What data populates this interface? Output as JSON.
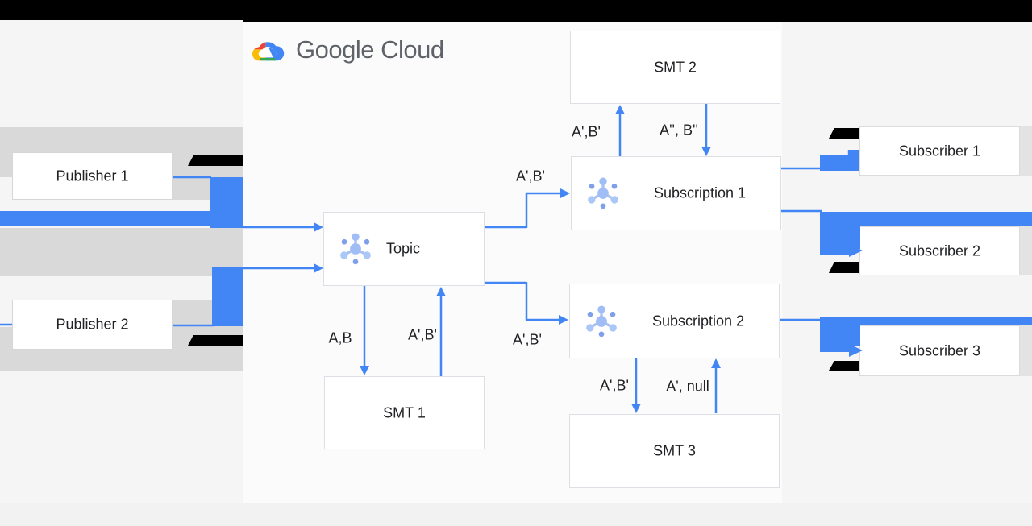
{
  "brand": {
    "logo_text": "Google Cloud",
    "logo_icon": "google-cloud-logo-icon"
  },
  "boxes": {
    "publisher1": "Publisher 1",
    "publisher2": "Publisher 2",
    "topic": "Topic",
    "smt1": "SMT 1",
    "smt2": "SMT 2",
    "smt3": "SMT 3",
    "subscription1": "Subscription 1",
    "subscription2": "Subscription 2",
    "subscriber1": "Subscriber 1",
    "subscriber2": "Subscriber 2",
    "subscriber3": "Subscriber 3"
  },
  "edge_labels": {
    "topic_to_smt1": "A,B",
    "smt1_to_topic": "A',B'",
    "topic_to_subscription1": "A',B'",
    "topic_to_subscription2": "A',B'",
    "subscription1_to_smt2": "A',B'",
    "smt2_to_subscription1": "A'', B''",
    "subscription2_to_smt3": "A',B'",
    "smt3_to_subscription2": "A', null"
  },
  "icons": {
    "topic": "pubsub-topic-icon",
    "subscription1": "pubsub-subscription-icon",
    "subscription2": "pubsub-subscription-icon"
  },
  "colors": {
    "accent_blue": "#4285f4",
    "redaction_black": "#000000",
    "redaction_gray": "#d9d9d9"
  }
}
